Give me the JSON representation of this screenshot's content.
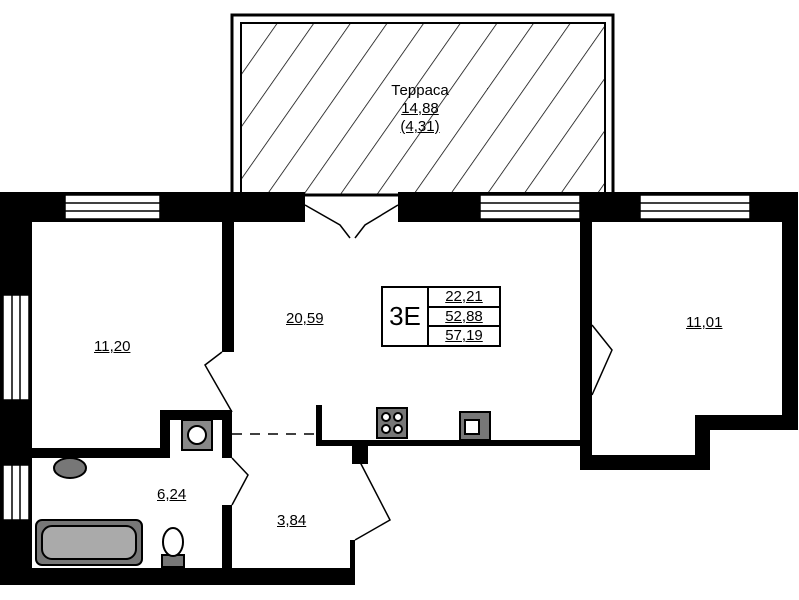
{
  "terrace": {
    "name": "Терраса",
    "area": "14,88",
    "reduced_area": "(4,31)"
  },
  "apartment": {
    "code": "3E",
    "areas": [
      "22,21",
      "52,88",
      "57,19"
    ]
  },
  "rooms": {
    "bedroom_left": "11,20",
    "living_kitchen": "20,59",
    "bedroom_right": "11,01",
    "bathroom": "6,24",
    "hall": "3,84"
  }
}
